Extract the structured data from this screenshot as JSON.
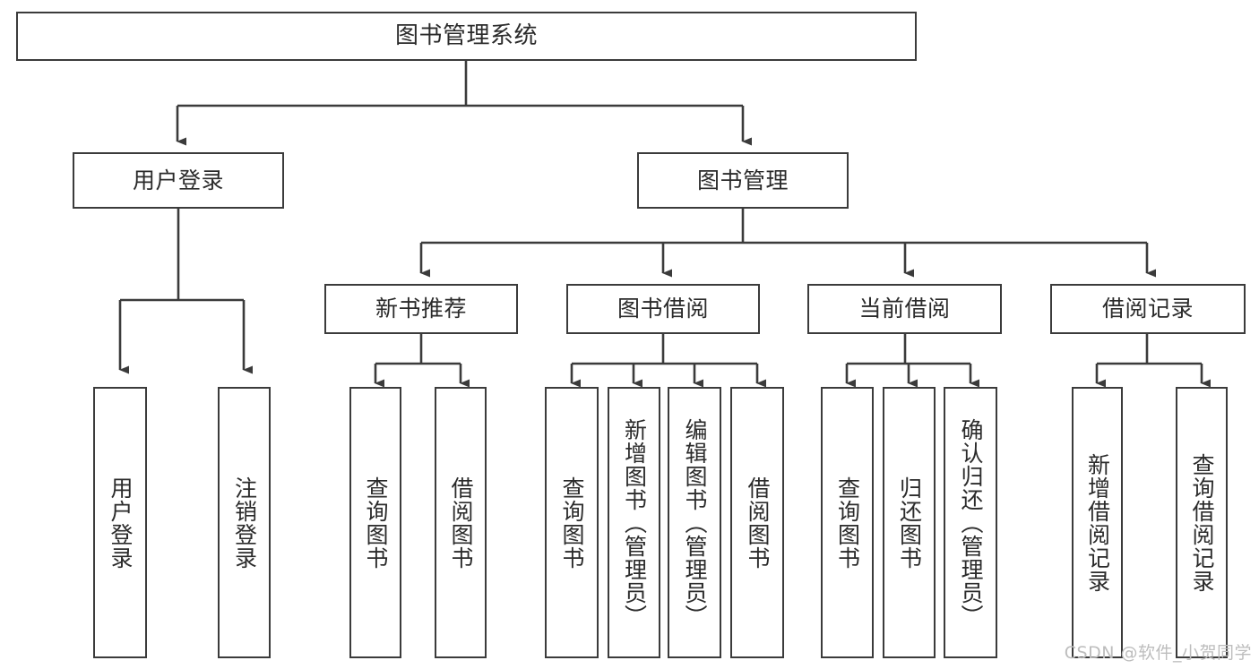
{
  "diagram": {
    "title": "图书管理系统",
    "type": "tree",
    "watermark": "CSDN @软件_小贺同学",
    "colors": {
      "box_border": "#3b3b3b",
      "box_fill": "#ffffff",
      "connector": "#3b3b3b",
      "text": "#2b2b2b",
      "watermark": "#bdbdbd"
    },
    "levels": {
      "root": {
        "label": "图书管理系统"
      },
      "level2": [
        {
          "label": "用户登录"
        },
        {
          "label": "图书管理"
        }
      ],
      "level3": [
        {
          "label": "新书推荐"
        },
        {
          "label": "图书借阅"
        },
        {
          "label": "当前借阅"
        },
        {
          "label": "借阅记录"
        }
      ],
      "leaves": {
        "user_login": [
          {
            "label": "用户登录"
          },
          {
            "label": "注销登录"
          }
        ],
        "new_book_recommend": [
          {
            "label": "查询图书"
          },
          {
            "label": "借阅图书"
          }
        ],
        "book_borrow": [
          {
            "label": "查询图书"
          },
          {
            "label": "新增图书（管理员）"
          },
          {
            "label": "编辑图书（管理员）"
          },
          {
            "label": "借阅图书"
          }
        ],
        "current_borrow": [
          {
            "label": "查询图书"
          },
          {
            "label": "归还图书"
          },
          {
            "label": "确认归还（管理员）"
          }
        ],
        "borrow_record": [
          {
            "label": "新增借阅记录"
          },
          {
            "label": "查询借阅记录"
          }
        ]
      }
    }
  }
}
